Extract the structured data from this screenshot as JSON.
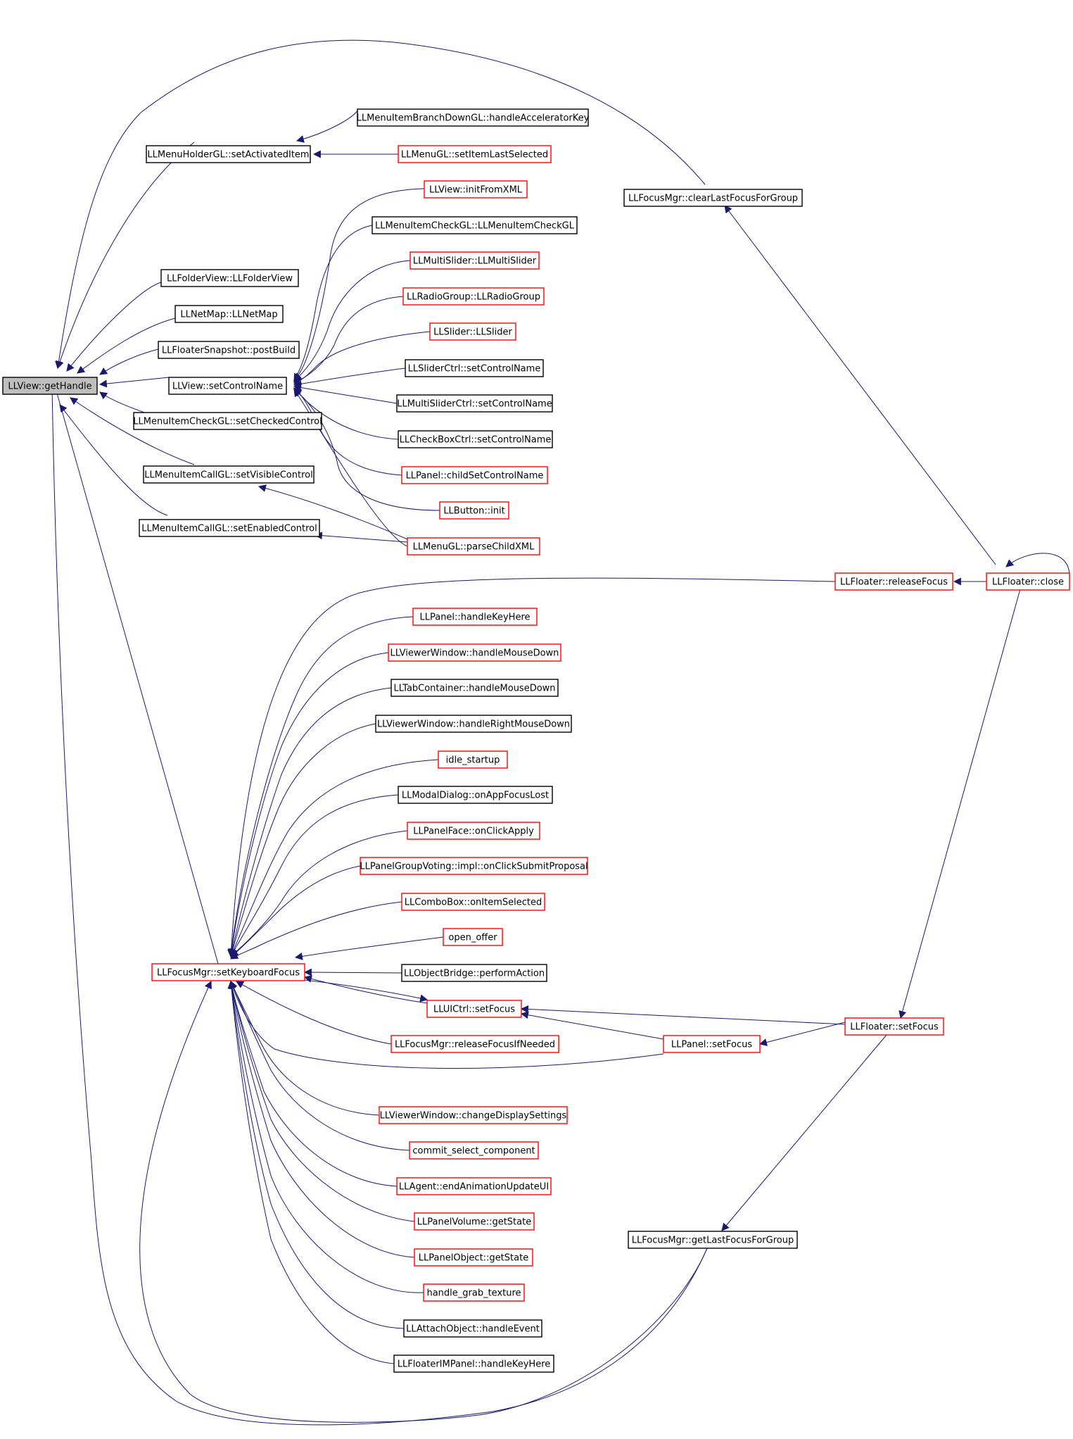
{
  "diagram": {
    "colors": {
      "edge": "#191970",
      "red_border": "#ff0000",
      "black_border": "#000000",
      "root_fill": "#bfbfbf"
    },
    "nodes": [
      {
        "id": "getHandle",
        "label": "LLView::getHandle",
        "border": "root"
      },
      {
        "id": "setActivatedItem",
        "label": "LLMenuHolderGL::setActivatedItem",
        "border": "black"
      },
      {
        "id": "handleAcceleratorKey",
        "label": "LLMenuItemBranchDownGL::handleAcceleratorKey",
        "border": "black"
      },
      {
        "id": "setItemLastSelected",
        "label": "LLMenuGL::setItemLastSelected",
        "border": "red"
      },
      {
        "id": "clearLastFocusForGroup",
        "label": "LLFocusMgr::clearLastFocusForGroup",
        "border": "black"
      },
      {
        "id": "initFromXML",
        "label": "LLView::initFromXML",
        "border": "red"
      },
      {
        "id": "menuItemCheckCtor",
        "label": "LLMenuItemCheckGL::LLMenuItemCheckGL",
        "border": "black"
      },
      {
        "id": "multiSliderCtor",
        "label": "LLMultiSlider::LLMultiSlider",
        "border": "red"
      },
      {
        "id": "radioGroupCtor",
        "label": "LLRadioGroup::LLRadioGroup",
        "border": "red"
      },
      {
        "id": "sliderCtor",
        "label": "LLSlider::LLSlider",
        "border": "red"
      },
      {
        "id": "folderViewCtor",
        "label": "LLFolderView::LLFolderView",
        "border": "black"
      },
      {
        "id": "netMapCtor",
        "label": "LLNetMap::LLNetMap",
        "border": "black"
      },
      {
        "id": "postBuild",
        "label": "LLFloaterSnapshot::postBuild",
        "border": "black"
      },
      {
        "id": "setControlName",
        "label": "LLView::setControlName",
        "border": "black"
      },
      {
        "id": "sliderCtrlSetControlName",
        "label": "LLSliderCtrl::setControlName",
        "border": "black"
      },
      {
        "id": "multiSliderCtrlSetControlName",
        "label": "LLMultiSliderCtrl::setControlName",
        "border": "black"
      },
      {
        "id": "setCheckedControl",
        "label": "LLMenuItemCheckGL::setCheckedControl",
        "border": "black"
      },
      {
        "id": "checkBoxCtrlSetControlName",
        "label": "LLCheckBoxCtrl::setControlName",
        "border": "black"
      },
      {
        "id": "childSetControlName",
        "label": "LLPanel::childSetControlName",
        "border": "red"
      },
      {
        "id": "setVisibleControl",
        "label": "LLMenuItemCallGL::setVisibleControl",
        "border": "black"
      },
      {
        "id": "buttonInit",
        "label": "LLButton::init",
        "border": "red"
      },
      {
        "id": "setEnabledControl",
        "label": "LLMenuItemCallGL::setEnabledControl",
        "border": "black"
      },
      {
        "id": "parseChildXML",
        "label": "LLMenuGL::parseChildXML",
        "border": "red"
      },
      {
        "id": "releaseFocus",
        "label": "LLFloater::releaseFocus",
        "border": "red"
      },
      {
        "id": "floaterClose",
        "label": "LLFloater::close",
        "border": "red"
      },
      {
        "id": "panelHandleKeyHere",
        "label": "LLPanel::handleKeyHere",
        "border": "red"
      },
      {
        "id": "viewerHandleMouseDown",
        "label": "LLViewerWindow::handleMouseDown",
        "border": "red"
      },
      {
        "id": "tabHandleMouseDown",
        "label": "LLTabContainer::handleMouseDown",
        "border": "black"
      },
      {
        "id": "viewerHandleRightMouseDown",
        "label": "LLViewerWindow::handleRightMouseDown",
        "border": "black"
      },
      {
        "id": "idleStartup",
        "label": "idle_startup",
        "border": "red"
      },
      {
        "id": "onAppFocusLost",
        "label": "LLModalDialog::onAppFocusLost",
        "border": "black"
      },
      {
        "id": "onClickApply",
        "label": "LLPanelFace::onClickApply",
        "border": "red"
      },
      {
        "id": "onClickSubmitProposal",
        "label": "LLPanelGroupVoting::impl::onClickSubmitProposal",
        "border": "red"
      },
      {
        "id": "onItemSelected",
        "label": "LLComboBox::onItemSelected",
        "border": "red"
      },
      {
        "id": "openOffer",
        "label": "open_offer",
        "border": "red"
      },
      {
        "id": "setKeyboardFocus",
        "label": "LLFocusMgr::setKeyboardFocus",
        "border": "red"
      },
      {
        "id": "performAction",
        "label": "LLObjectBridge::performAction",
        "border": "black"
      },
      {
        "id": "uictrlSetFocus",
        "label": "LLUICtrl::setFocus",
        "border": "red"
      },
      {
        "id": "floaterSetFocus",
        "label": "LLFloater::setFocus",
        "border": "red"
      },
      {
        "id": "releaseFocusIfNeeded",
        "label": "LLFocusMgr::releaseFocusIfNeeded",
        "border": "red"
      },
      {
        "id": "panelSetFocus",
        "label": "LLPanel::setFocus",
        "border": "red"
      },
      {
        "id": "changeDisplaySettings",
        "label": "LLViewerWindow::changeDisplaySettings",
        "border": "red"
      },
      {
        "id": "commitSelectComponent",
        "label": "commit_select_component",
        "border": "red"
      },
      {
        "id": "endAnimationUpdateUI",
        "label": "LLAgent::endAnimationUpdateUI",
        "border": "red"
      },
      {
        "id": "panelVolumeGetState",
        "label": "LLPanelVolume::getState",
        "border": "red"
      },
      {
        "id": "getLastFocusForGroup",
        "label": "LLFocusMgr::getLastFocusForGroup",
        "border": "black"
      },
      {
        "id": "panelObjectGetState",
        "label": "LLPanelObject::getState",
        "border": "red"
      },
      {
        "id": "handleGrabTexture",
        "label": "handle_grab_texture",
        "border": "red"
      },
      {
        "id": "attachHandleEvent",
        "label": "LLAttachObject::handleEvent",
        "border": "black"
      },
      {
        "id": "floaterIMHandleKeyHere",
        "label": "LLFloaterIMPanel::handleKeyHere",
        "border": "black"
      }
    ]
  }
}
